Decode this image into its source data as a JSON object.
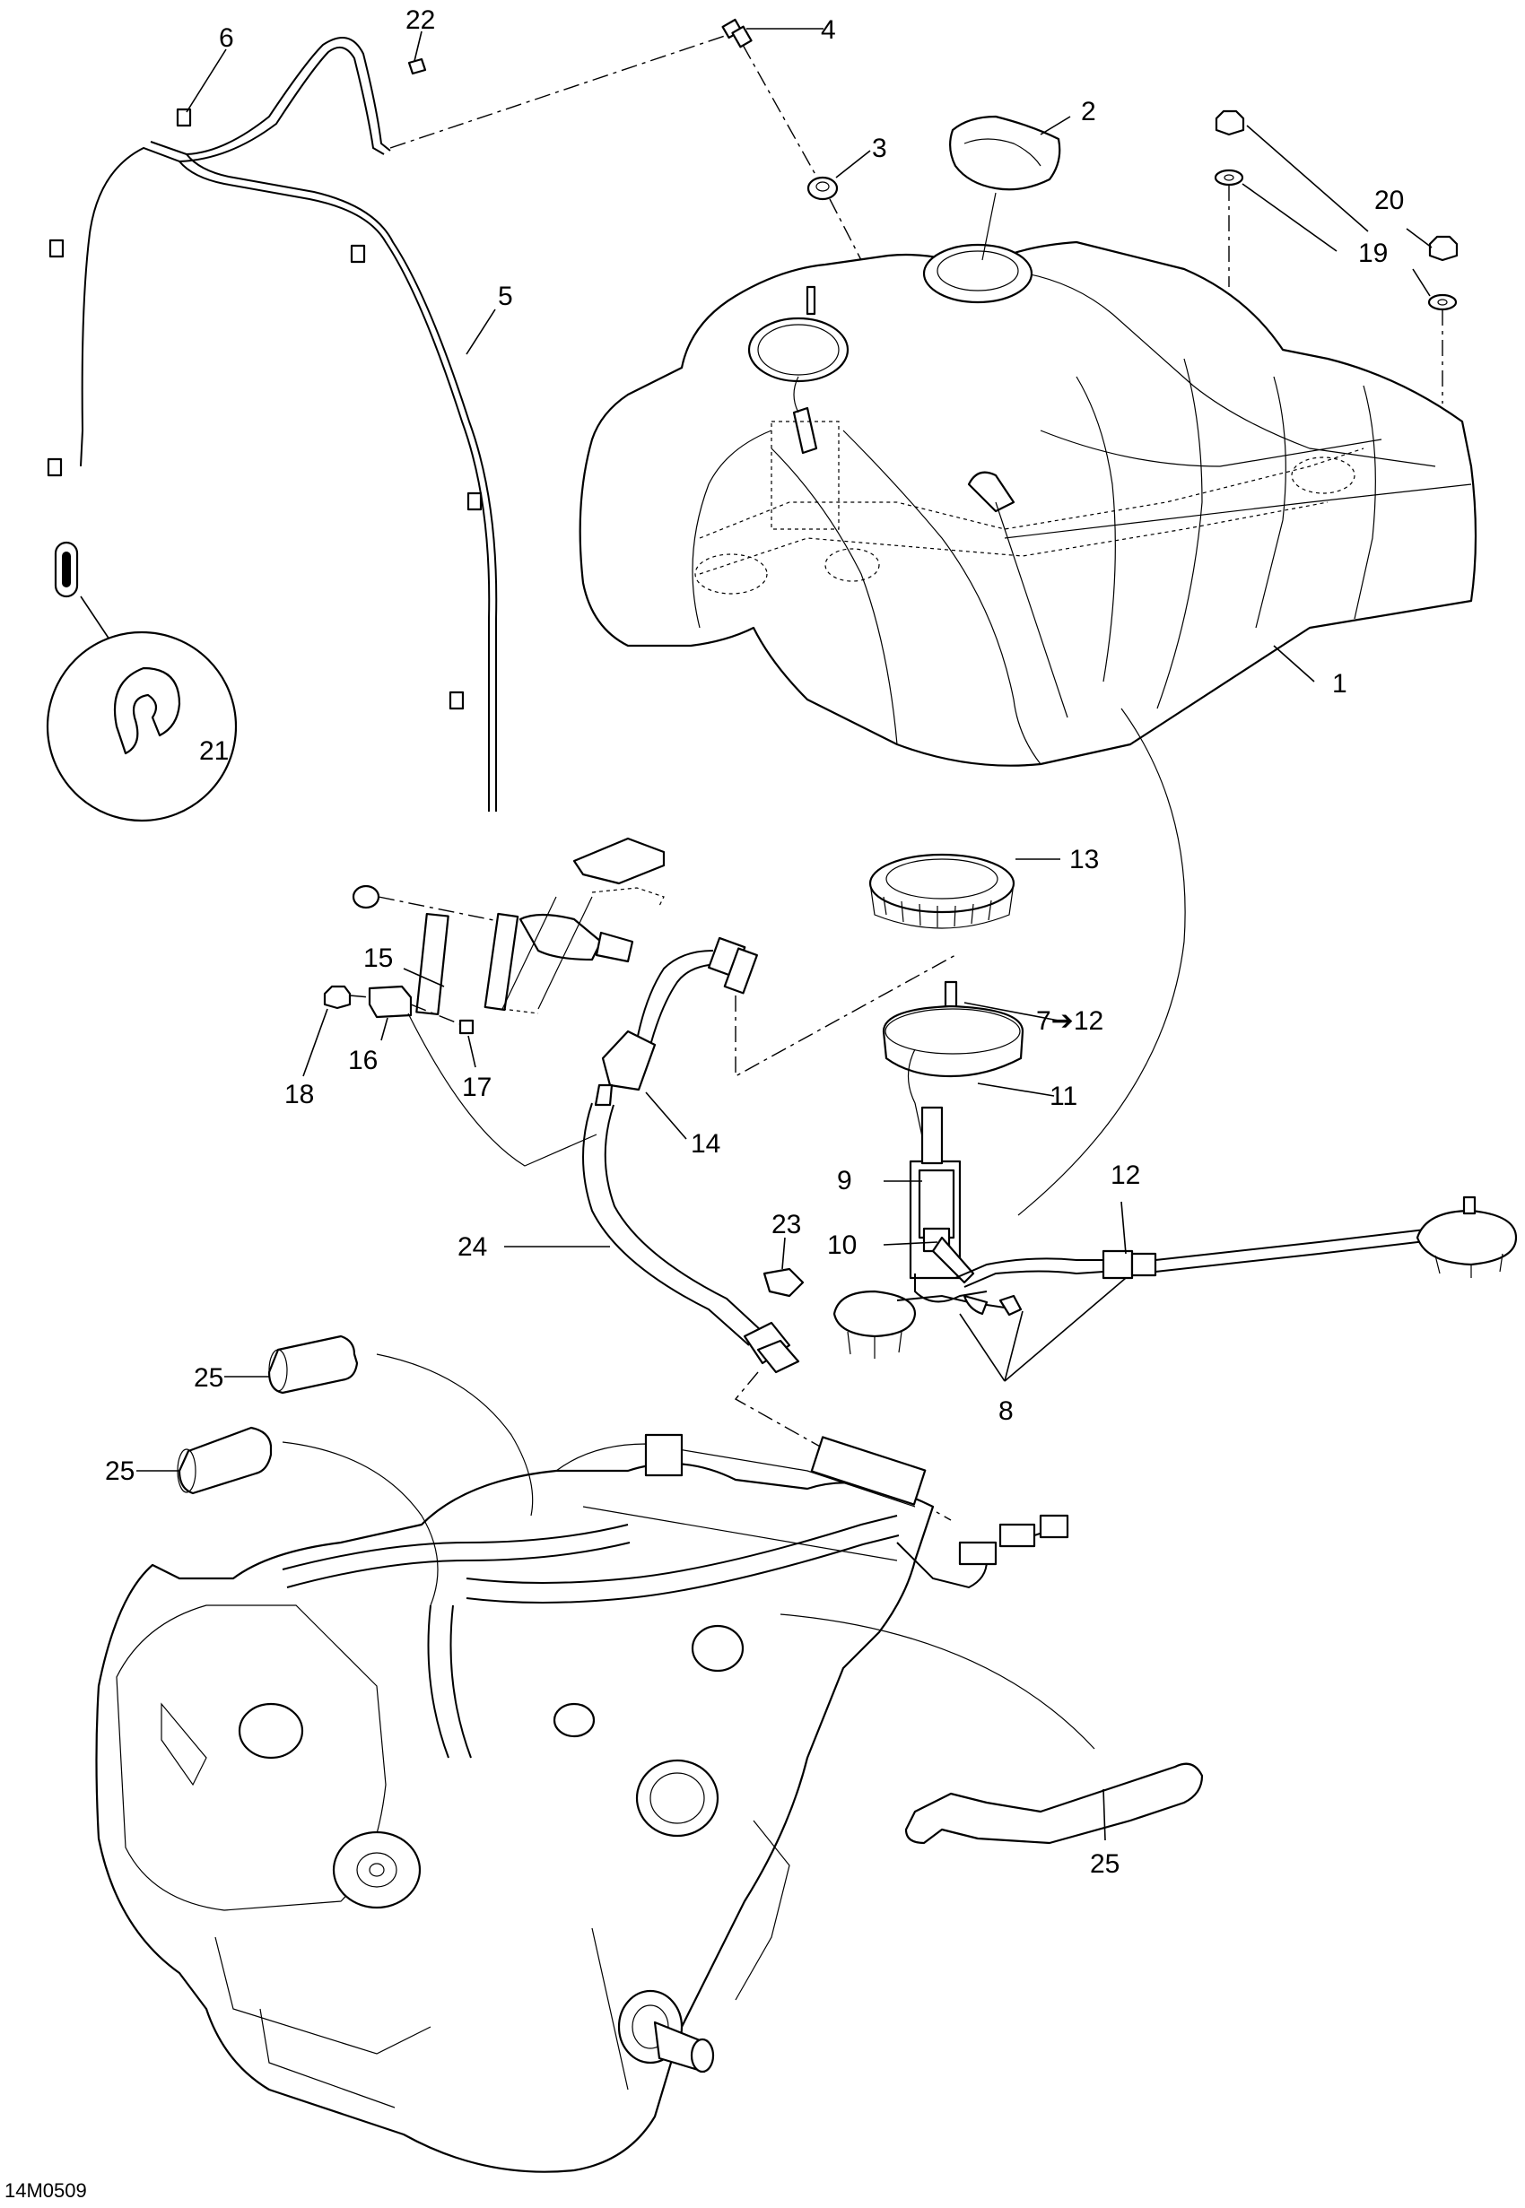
{
  "figure_code": "14M0509",
  "callouts": [
    {
      "id": "c1",
      "text": "1"
    },
    {
      "id": "c2",
      "text": "2"
    },
    {
      "id": "c3",
      "text": "3"
    },
    {
      "id": "c4",
      "text": "4"
    },
    {
      "id": "c5",
      "text": "5"
    },
    {
      "id": "c6",
      "text": "6"
    },
    {
      "id": "c7",
      "text": "7➔12"
    },
    {
      "id": "c8",
      "text": "8"
    },
    {
      "id": "c9",
      "text": "9"
    },
    {
      "id": "c10",
      "text": "10"
    },
    {
      "id": "c11",
      "text": "11"
    },
    {
      "id": "c12",
      "text": "12"
    },
    {
      "id": "c13",
      "text": "13"
    },
    {
      "id": "c14",
      "text": "14"
    },
    {
      "id": "c15",
      "text": "15"
    },
    {
      "id": "c16",
      "text": "16"
    },
    {
      "id": "c17",
      "text": "17"
    },
    {
      "id": "c18",
      "text": "18"
    },
    {
      "id": "c19",
      "text": "19"
    },
    {
      "id": "c20",
      "text": "20"
    },
    {
      "id": "c21",
      "text": "21"
    },
    {
      "id": "c22",
      "text": "22"
    },
    {
      "id": "c23",
      "text": "23"
    },
    {
      "id": "c24",
      "text": "24"
    },
    {
      "id": "c25a",
      "text": "25"
    },
    {
      "id": "c25b",
      "text": "25"
    },
    {
      "id": "c25c",
      "text": "25"
    }
  ]
}
